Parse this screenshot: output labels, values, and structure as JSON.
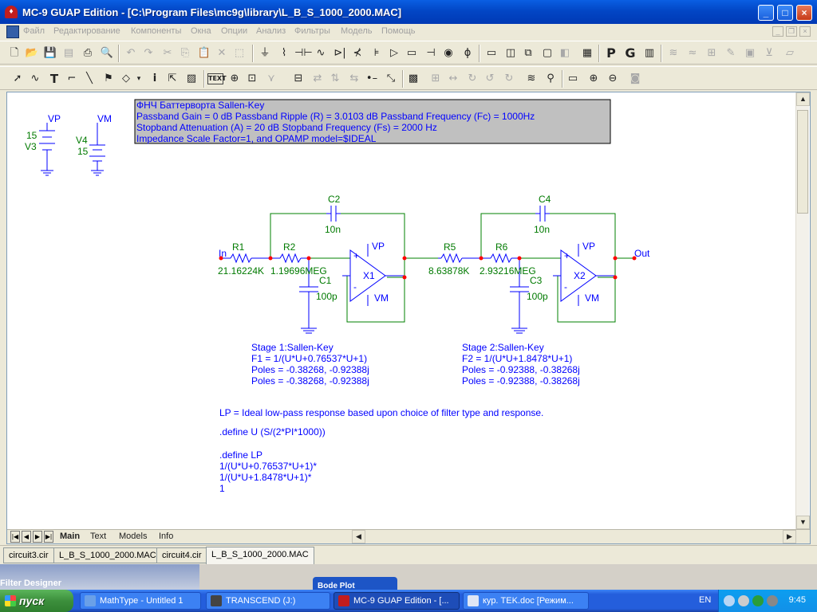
{
  "window": {
    "title": "MC-9 GUAP Edition - [C:\\Program Files\\mc9g\\library\\L_B_S_1000_2000.MAC]",
    "controls": {
      "minimize": "_",
      "maximize": "□",
      "close": "×"
    }
  },
  "menu": {
    "items": [
      "Файл",
      "Редактирование",
      "Компоненты",
      "Окна",
      "Опции",
      "Анализ",
      "Фильтры",
      "Модель",
      "Помощь"
    ]
  },
  "schematic": {
    "info_box": {
      "line1": "ФНЧ Баттерворта Sallen-Key",
      "line2": "Passband Gain = 0 dB  Passband Ripple (R) = 3.0103 dB  Passband Frequency (Fc) = 1000Hz",
      "line3": "Stopband Attenuation (A) = 20 dB  Stopband Frequency (Fs) = 2000 Hz",
      "line4": "Impedance Scale Factor=1, and OPAMP model=$IDEAL"
    },
    "supplies": {
      "vp_label": "VP",
      "v3_value": "15",
      "v3_name": "V3",
      "vm_label": "VM",
      "v4_name": "V4",
      "v4_value": "15"
    },
    "components": {
      "in_label": "In",
      "out_label": "Out",
      "r1_name": "R1",
      "r1_value": "21.16224K",
      "r2_name": "R2",
      "r2_value": "1.19696MEG",
      "c1_name": "C1",
      "c1_value": "100p",
      "c2_name": "C2",
      "c2_value": "10n",
      "x1_name": "X1",
      "x1_vp": "VP",
      "x1_vm": "VM",
      "r5_name": "R5",
      "r5_value": "8.63878K",
      "r6_name": "R6",
      "r6_value": "2.93216MEG",
      "c3_name": "C3",
      "c3_value": "100p",
      "c4_name": "C4",
      "c4_value": "10n",
      "x2_name": "X2",
      "x2_vp": "VP",
      "x2_vm": "VM",
      "plus": "+",
      "minus": "-"
    },
    "stage1": {
      "title": "Stage 1:Sallen-Key",
      "f": "F1 = 1/(U*U+0.76537*U+1)",
      "poles1": "Poles = -0.38268, -0.92388j",
      "poles2": "Poles = -0.38268, -0.92388j"
    },
    "stage2": {
      "title": "Stage 2:Sallen-Key",
      "f": "F2 = 1/(U*U+1.8478*U+1)",
      "poles1": "Poles = -0.92388, -0.38268j",
      "poles2": "Poles = -0.92388, -0.38268j"
    },
    "notes": {
      "lp": "LP = Ideal low-pass response based upon choice of filter type and response.",
      "define_u": ".define U (S/(2*PI*1000))",
      "define_lp": ".define LP",
      "expr1": "1/(U*U+0.76537*U+1)*",
      "expr2": "1/(U*U+1.8478*U+1)*",
      "expr3": "1"
    }
  },
  "page_tabs": [
    "Main",
    "Text",
    "Models",
    "Info"
  ],
  "doc_tabs": [
    "circuit3.cir",
    "L_B_S_1000_2000.MAC",
    "circuit4.cir",
    "L_B_S_1000_2000.MAC"
  ],
  "background_windows": {
    "filter_designer": "Filter Designer",
    "bode_plot": "Bode Plot"
  },
  "taskbar": {
    "start": "пуск",
    "tasks": [
      "MathType - Untitled 1",
      "TRANSCEND (J:)",
      "MC-9 GUAP Edition - [...",
      "кур. TEK.doc [Режим..."
    ],
    "lang": "EN",
    "clock": "9:45"
  },
  "colors": {
    "schematic_blue": "#0000ff",
    "schematic_green": "#007a00",
    "wire_green": "#008000",
    "node_red": "#ff0000",
    "info_box_bg": "#c0c0c0"
  }
}
